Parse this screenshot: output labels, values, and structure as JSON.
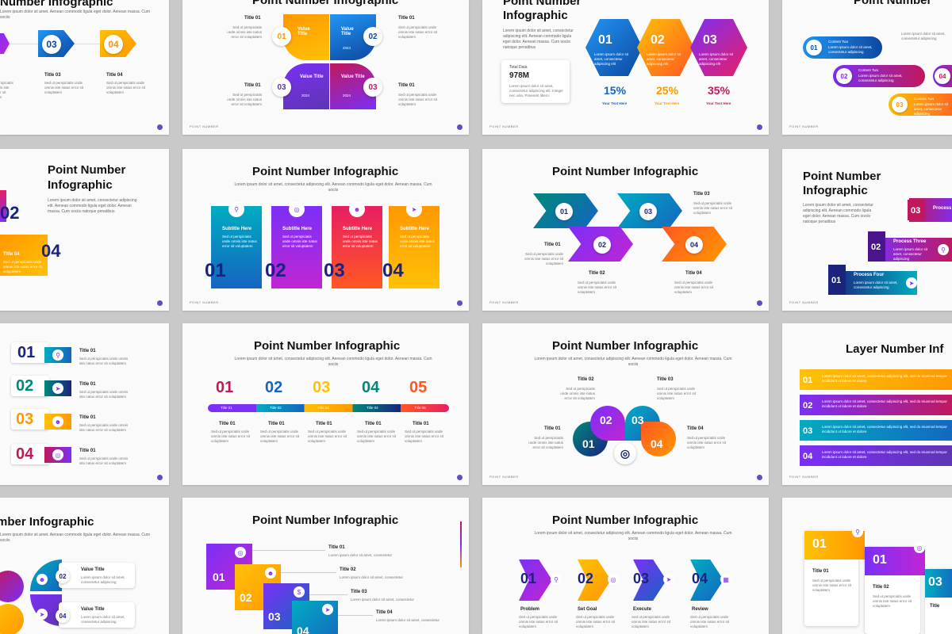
{
  "slides": {
    "s1": {
      "title": "Number Infographic",
      "sub": "Lorem ipsum dolor sit amet. Aenean commodo ligula eget dolor. Aenean massa. Cum sociis",
      "n3": "03",
      "n4": "04",
      "t3": "Title 03",
      "t4": "Title 04",
      "txt": "Sed ut perspiciatis unde omnis iste natus error sit voluptatem"
    },
    "s2": {
      "title": "Point Number Infographic",
      "t1": "Title 01",
      "t2": "Title 01",
      "t3": "Title 01",
      "t4": "Title 01",
      "v1": "Value Title",
      "v2": "Value Title",
      "v3": "Value Title",
      "v4": "Value Title",
      "y": "2024",
      "n1": "01",
      "n2": "02",
      "n3": "03",
      "n4": "03",
      "txt": "Sed ut perspiciatis unde omnis iste natus error sit voluptatem",
      "foot": "POINT NUMBER"
    },
    "s3": {
      "title1": "Point Number",
      "title2": "Infographic",
      "sub": "Lorem ipsum dolor sit amet, consectetur adipiscing elit. Aenean commodo ligula eget dolor. Aenean massa. Cum sociis natoque penatibus",
      "total_label": "Total Data",
      "total_val": "978M",
      "total_txt": "Lorem ipsum dolor sit amet, consectetur adipiscing elit. Integer nec odio. Praesent libero.",
      "n1": "01",
      "n2": "02",
      "n3": "03",
      "p1": "15%",
      "p2": "25%",
      "p3": "35%",
      "yt": "Your Text Here",
      "hx": "Lorem ipsum dolor sit amet, consectetur adipiscing elit",
      "foot": "POINT NUMBER"
    },
    "s4": {
      "title": "Point Number",
      "c1": "Content Two",
      "c2": "Content Two",
      "c3": "Content Two",
      "n1": "01",
      "n2": "02",
      "n3": "03",
      "n4": "04",
      "ct": "Lorem ipsum dolor sit amet, consectetur adipiscing",
      "foot": "POINT NUMBER"
    },
    "s5": {
      "title1": "Point Number",
      "title2": "Infographic",
      "sub": "Lorem ipsum dolor sit amet, consectetur adipiscing elit. Aenean commodo ligula eget dolor. Aenean massa. Cum sociis natoque penatibus",
      "n2": "02",
      "n4": "04",
      "t4": "Title 04",
      "txt": "Sed ut perspiciatis unde omnis iste natus error sit voluptatem"
    },
    "s6": {
      "title": "Point Number Infographic",
      "sub": "Lorem ipsum dolor sit amet, consectetur adipiscing elit. Aenean commodo ligula eget dolor. Aenean massa. Cum sociis",
      "st": "Subtitle Here",
      "txt": "Sed ut perspiciatis unde omnis iste natus error sit voluptatem",
      "n1": "01",
      "n2": "02",
      "n3": "03",
      "n4": "04",
      "foot": "POINT NUMBER"
    },
    "s7": {
      "title": "Point Number Infographic",
      "t1": "Title 01",
      "t2": "Title 02",
      "t3": "Title 03",
      "t4": "Title 04",
      "n1": "01",
      "n2": "02",
      "n3": "03",
      "n4": "04",
      "txt": "Sed ut perspiciatis unde omnis iste natus error sit voluptatem",
      "foot": "POINT NUMBER"
    },
    "s8": {
      "title1": "Point Number",
      "title2": "Infographic",
      "sub": "Lorem ipsum dolor sit amet, consectetur adipiscing elit. Aenean commodo ligula eget dolor. Aenean massa. Cum sociis natoque penatibus",
      "p3": "Process Three",
      "p4": "Process Four",
      "pr": "Process",
      "n1": "01",
      "n2": "02",
      "n3": "03",
      "ptxt": "Lorem ipsum dolor sit amet, consectetur adipiscing",
      "foot": "POINT NUMBER"
    },
    "s9": {
      "t": "Title 01",
      "n1": "01",
      "n2": "02",
      "n3": "03",
      "n4": "04",
      "txt": "Sed ut perspiciatis unde omnis iste natus error sit voluptatem"
    },
    "s10": {
      "title": "Point Number Infographic",
      "sub": "Lorem ipsum dolor sit amet, consectetur adipiscing elit. Aenean commodo ligula eget dolor. Aenean massa. Cum sociis",
      "n1": "01",
      "n2": "02",
      "n3": "03",
      "n4": "04",
      "n5": "05",
      "b1": "Title 01",
      "b2": "Title 02",
      "b3": "Title 03",
      "b4": "Title 04",
      "b5": "Title 05",
      "t": "Title 01",
      "txt": "Sed ut perspiciatis unde omnis iste natus error sit voluptatem"
    },
    "s11": {
      "title": "Point Number Infographic",
      "sub": "Lorem ipsum dolor sit amet, consectetur adipiscing elit. Aenean commodo ligula eget dolor. Aenean massa. Cum sociis",
      "t1": "Title 01",
      "t2": "Title 02",
      "t3": "Title 03",
      "t4": "Title 04",
      "n1": "01",
      "n2": "02",
      "n3": "03",
      "n4": "04",
      "txt": "Sed ut perspiciatis unde omnis iste natus error sit voluptatem",
      "foot": "POINT NUMBER"
    },
    "s12": {
      "title": "Layer Number Inf",
      "n1": "01",
      "n2": "02",
      "n3": "03",
      "n4": "04",
      "txt": "Lorem ipsum dolor sit amet, consectetur adipiscing elit, sed do eiusmod tempor incididunt ut labore et dolore",
      "foot": "POINT NUMBER"
    },
    "s13": {
      "title": "mber Infographic",
      "sub": "Lorem ipsum dolor sit amet. Aenean commodo ligula eget dolor. Aenean massa. Cum sociis",
      "vt": "Value Title",
      "vtxt": "Lorem ipsum dolor sit amet, consectetur adipiscing",
      "n2": "02",
      "n4": "04"
    },
    "s14": {
      "title": "Point Number Infographic",
      "t1": "Title 01",
      "t2": "Title 02",
      "t3": "Title 03",
      "t4": "Title 04",
      "n1": "01",
      "n2": "02",
      "n3": "03",
      "n4": "04",
      "ltxt": "Lorem ipsum dolor sit amet, consectetur"
    },
    "s15": {
      "title": "Point Number Infographic",
      "sub": "Lorem ipsum dolor sit amet, consectetur adipiscing elit. Aenean commodo ligula eget dolor. Aenean massa. Cum sociis",
      "n1": "01",
      "n2": "02",
      "n3": "03",
      "n4": "04",
      "l1": "Problem",
      "l2": "Set Goal",
      "l3": "Execute",
      "l4": "Review",
      "txt": "Sed ut perspiciatis unde omnis iste natus error sit voluptatem"
    },
    "s16": {
      "n1": "01",
      "n2": "01",
      "t1": "Title 01",
      "t2": "Title 02",
      "txt": "Sed ut perspiciatis unde omnis iste natus error sit voluptatem",
      "n3": "03",
      "t3": "Title"
    }
  }
}
